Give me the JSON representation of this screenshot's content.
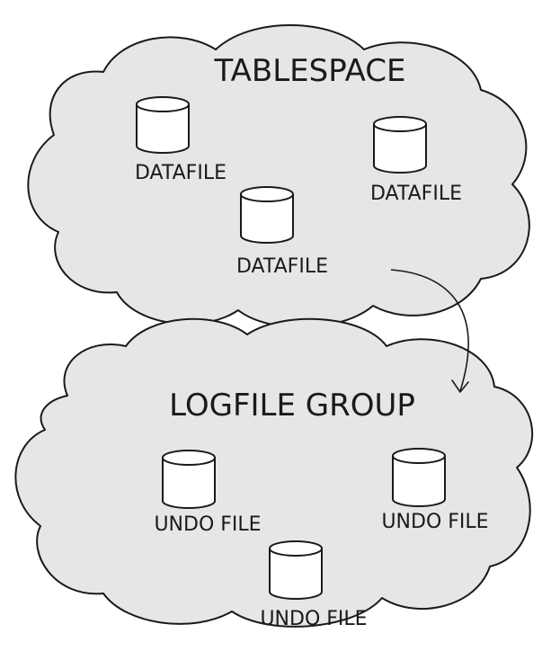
{
  "tablespace": {
    "title": "TABLESPACE",
    "files": [
      {
        "label": "DATAFILE"
      },
      {
        "label": "DATAFILE"
      },
      {
        "label": "DATAFILE"
      }
    ]
  },
  "logfile_group": {
    "title": "LOGFILE GROUP",
    "files": [
      {
        "label": "UNDO FILE"
      },
      {
        "label": "UNDO FILE"
      },
      {
        "label": "UNDO FILE"
      }
    ]
  },
  "colors": {
    "cloud_fill": "#e6e6e6",
    "outline": "#1a1a1a",
    "cylinder_fill": "#ffffff"
  },
  "icons": {
    "file": "database-cylinder-icon",
    "container": "cloud-shape"
  }
}
